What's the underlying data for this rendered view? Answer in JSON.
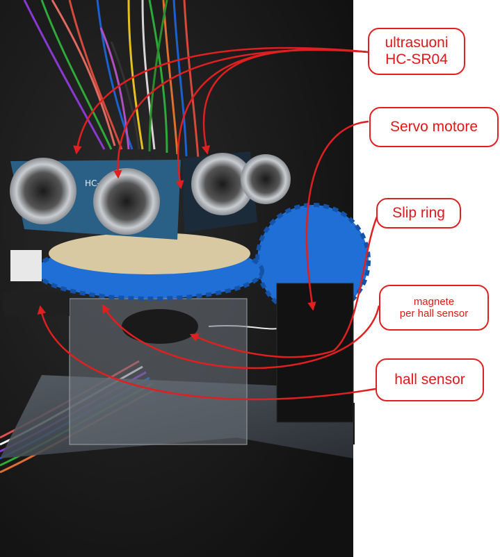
{
  "labels": {
    "ultrasuoni": {
      "line1": "ultrasuoni",
      "line2": "HC-SR04"
    },
    "servo": "Servo motore",
    "slip_ring": "Slip ring",
    "magnete": {
      "line1": "magnete",
      "line2": "per hall sensor"
    },
    "hall": "hall sensor"
  },
  "sensor_board_text": "HC-",
  "colors": {
    "annotation_red": "#e02020",
    "gear_blue": "#1f6fd6",
    "pcb_blue": "#2a5f86",
    "background_dark": "#1c1c1c"
  }
}
